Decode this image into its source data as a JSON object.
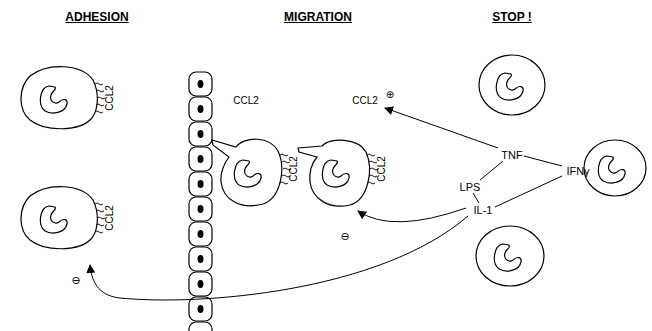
{
  "diagram": {
    "labels": [
      "ADHESION",
      "MIGRATION",
      "STOP !",
      "CCL2",
      "CCL2",
      "CCL2",
      "⊕",
      "TNF",
      "CCL2",
      "CCL2",
      "LPS",
      "IFNγ",
      "IL-1",
      "CCL2",
      "⊖",
      "⊖"
    ]
  }
}
